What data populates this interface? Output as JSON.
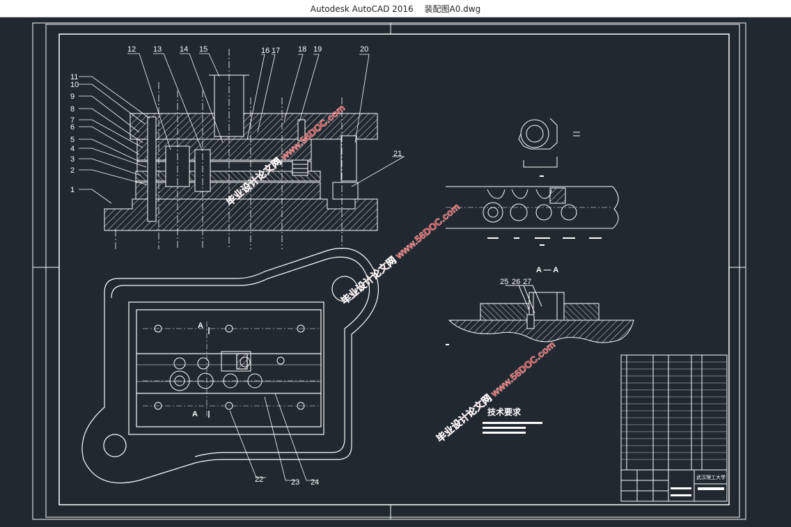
{
  "window": {
    "app_title": "Autodesk AutoCAD 2016",
    "file_name": "装配图A0.dwg"
  },
  "drawing": {
    "leader_labels": [
      "1",
      "2",
      "3",
      "4",
      "5",
      "6",
      "7",
      "8",
      "9",
      "10",
      "11",
      "12",
      "13",
      "14",
      "15",
      "16",
      "17",
      "18",
      "19",
      "20",
      "21",
      "22",
      "23",
      "24",
      "25",
      "26",
      "27"
    ],
    "section_title": "A — A",
    "section_marker": "A",
    "tech_req_title": "技术要求",
    "watermark": "毕业设计论文网 www.56DOC.com",
    "title_block_school": "武汉理工大学",
    "colors": {
      "background": "#212830",
      "line": "#ffffff",
      "watermark": "#e8393a"
    }
  }
}
